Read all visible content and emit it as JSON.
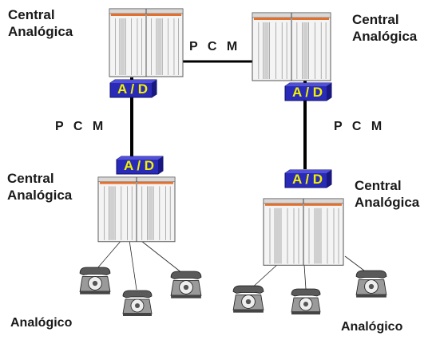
{
  "labels": {
    "central_top_left": "Central\nAnalógica",
    "central_top_right": "Central\nAnalógica",
    "central_bottom_left": "Central\nAnalógica",
    "central_bottom_right": "Central\nAnalógica",
    "pcm_top": "P C M",
    "pcm_left": "P C M",
    "pcm_right": "P C M",
    "analog_left": "Analógico",
    "analog_right": "Analógico",
    "ad": "A / D"
  },
  "colors": {
    "converter_fill": "#2a2ab8",
    "converter_text": "#f2f200",
    "line": "#000000",
    "rack_panel": "#e6e6e6",
    "rack_accent": "#e07030"
  },
  "icons": {
    "exchange": "switch-rack-icon",
    "converter": "ad-converter-icon",
    "phone": "rotary-phone-icon"
  }
}
